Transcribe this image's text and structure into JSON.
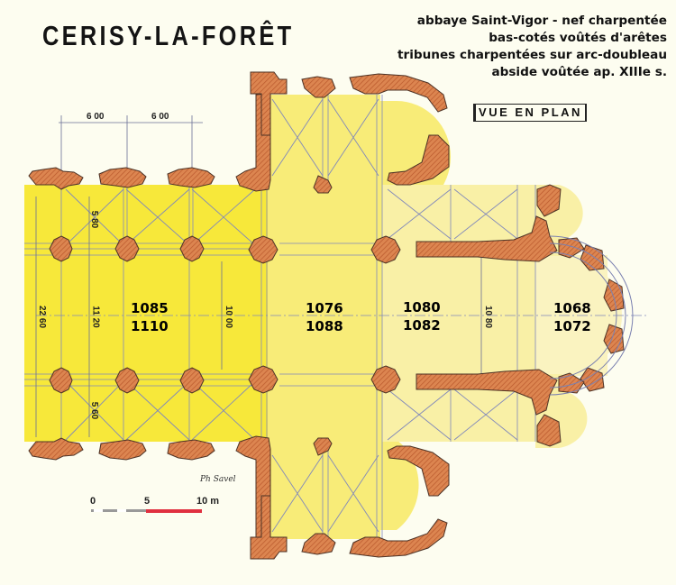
{
  "header": {
    "title": "CERISY-LA-FORÊT",
    "description": [
      "abbaye Saint-Vigor - nef charpentée",
      "bas-cotés voûtés d'arêtes",
      "tribunes charpentées sur arc-doubleau",
      "abside voûtée ap. XIIIe s."
    ],
    "view_label": "VUE EN PLAN"
  },
  "dimensions": {
    "bay_width_1": "6 00",
    "bay_width_2": "6 00",
    "aisle_north": "5 80",
    "aisle_south": "5 60",
    "total_width": "22 60",
    "nave_width": "11 20",
    "nave_inner": "10 00",
    "choir_width": "10 80"
  },
  "dates": {
    "nave": {
      "start": "1085",
      "end": "1110"
    },
    "crossing": {
      "start": "1076",
      "end": "1088"
    },
    "choir": {
      "start": "1080",
      "end": "1082"
    },
    "apse": {
      "start": "1068",
      "end": "1072"
    }
  },
  "scale": {
    "zero": "0",
    "mid": "5",
    "end": "10 m"
  },
  "signature": "Ph Savel",
  "colors": {
    "background": "#fdfdf0",
    "nave_yellow": "#f7e83a",
    "crossing_yellow": "#f8ec7a",
    "choir_yellow": "#f8f0a8",
    "apse_yellow": "#faf3c0",
    "masonry": "#d9804a",
    "masonry_stroke": "#5a3a2a",
    "lines": "#7f86b8",
    "scale_red": "#e03040"
  }
}
